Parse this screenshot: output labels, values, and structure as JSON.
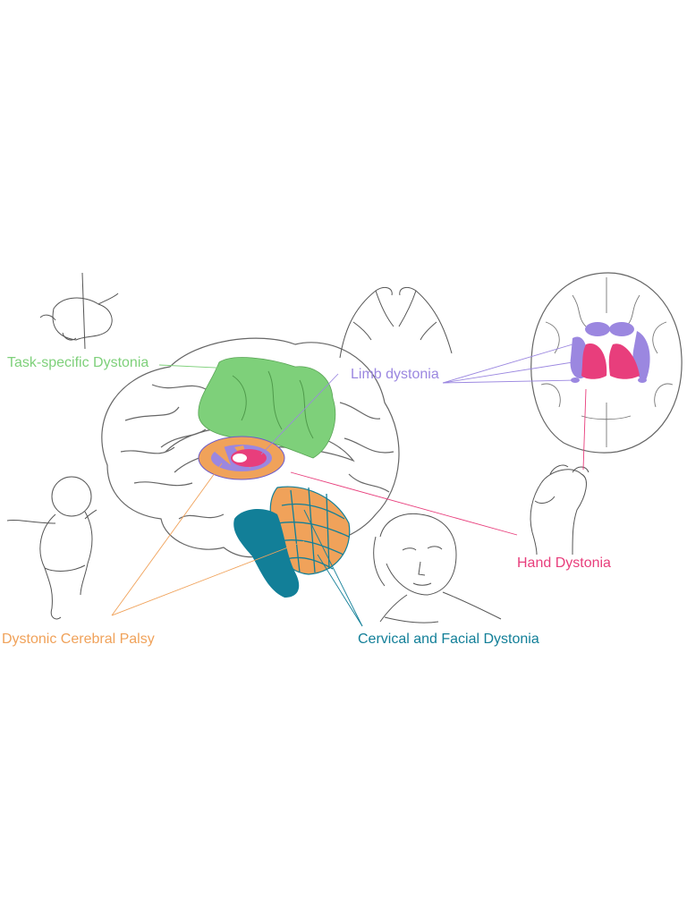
{
  "labels": {
    "task_specific": "Task-specific Dystonia",
    "limb": "Limb dystonia",
    "hand": "Hand Dystonia",
    "cerebral_palsy": "Dystonic Cerebral Palsy",
    "cervical_facial": "Cervical and Facial Dystonia"
  },
  "colors": {
    "task_specific": "#7ed07a",
    "limb": "#9b87e0",
    "hand": "#e83e7c",
    "cerebral_palsy": "#f0a25a",
    "cervical_facial": "#127f98",
    "outline": "#555555"
  }
}
